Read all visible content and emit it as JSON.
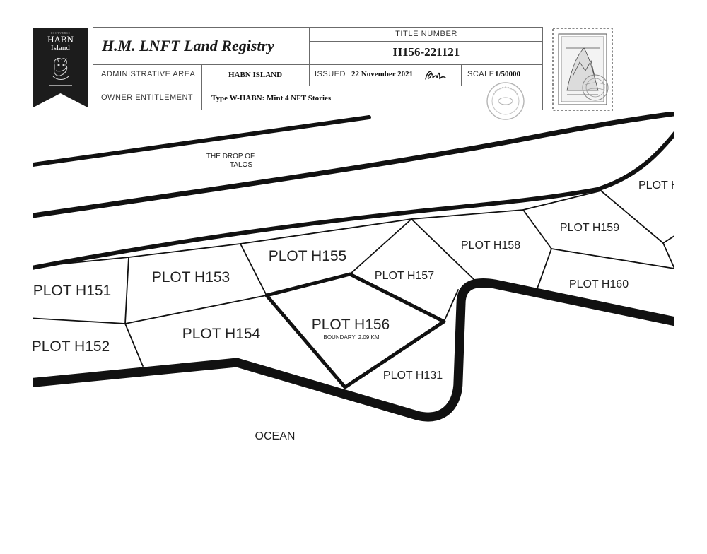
{
  "logo": {
    "top_text": "LOOTVERSE",
    "name": "HABN",
    "sub": "Island"
  },
  "registry": {
    "title": "H.M. LNFT Land Registry",
    "title_number_label": "TITLE NUMBER",
    "title_number": "H156-221121",
    "admin_area_label": "ADMINISTRATIVE AREA",
    "admin_area": "HABN ISLAND",
    "issued_label": "ISSUED",
    "issued_date": "22 November 2021",
    "scale_label": "SCALE",
    "scale": "1/50000",
    "owner_label": "OWNER ENTITLEMENT",
    "owner_value": "Type W-HABN: Mint 4 NFT Stories"
  },
  "map": {
    "landmark_line1": "THE DROP OF",
    "landmark_line2": "TALOS",
    "ocean": "OCEAN",
    "boundary": "BOUNDARY: 2.09 KM",
    "plots": {
      "h151": "PLOT H151",
      "h152": "PLOT H152",
      "h153": "PLOT H153",
      "h154": "PLOT H154",
      "h155": "PLOT H155",
      "h156": "PLOT H156",
      "h157": "PLOT H157",
      "h158": "PLOT H158",
      "h159": "PLOT H159",
      "h160": "PLOT H160",
      "h131": "PLOT H131",
      "edge": "PLOT H"
    }
  },
  "colors": {
    "ink": "#1a1a1a",
    "banner": "#1c1c1c",
    "grid": "#6b6b6b"
  }
}
